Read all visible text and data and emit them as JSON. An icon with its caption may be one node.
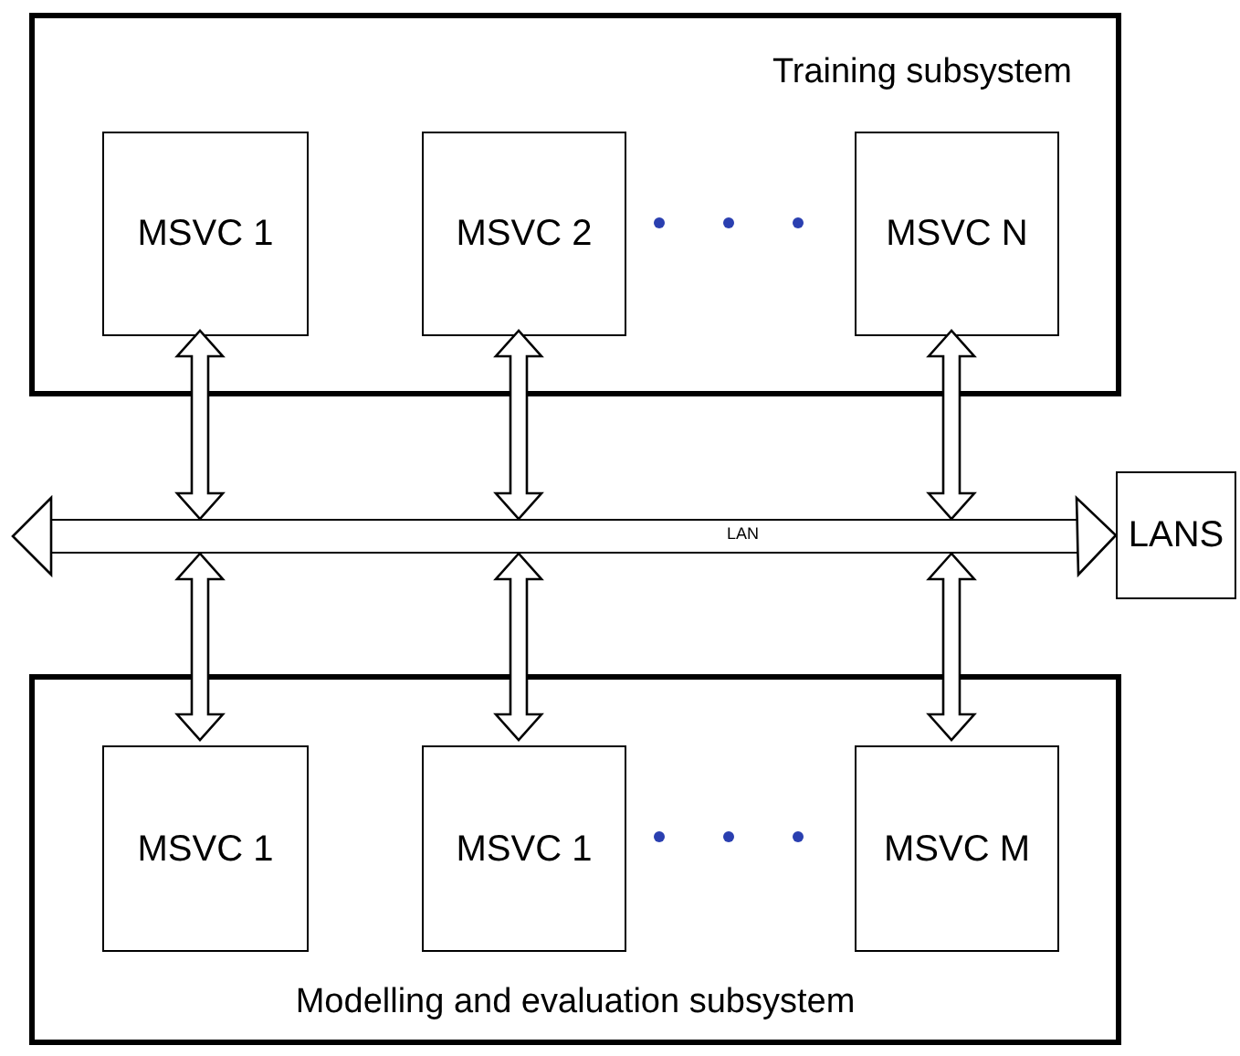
{
  "diagram": {
    "nodes": [
      {
        "text": [
          "Training subsystem"
        ]
      },
      {
        "text": [
          "MSVC 1"
        ],
        "in": 0
      },
      {
        "text": [
          "MSVC 2"
        ],
        "in": 0
      },
      {
        "text": [
          "MSVC N"
        ],
        "in": 0
      },
      {
        "text": [
          "LAN"
        ]
      },
      {
        "text": [
          "LANS"
        ]
      },
      {
        "text": [
          "Modelling and evaluation subsystem"
        ]
      },
      {
        "text": [
          "MSVC 1"
        ],
        "in": 6
      },
      {
        "text": [
          "MSVC 1"
        ],
        "in": 6
      },
      {
        "text": [
          "MSVC M"
        ],
        "in": 6
      }
    ],
    "edges": [
      {
        "from": 1,
        "to": 4,
        "arrow": "both"
      },
      {
        "from": 2,
        "to": 4,
        "arrow": "both"
      },
      {
        "from": 3,
        "to": 4,
        "arrow": "both"
      },
      {
        "from": 4,
        "to": null,
        "arrow": "to"
      },
      {
        "from": 4,
        "to": 5,
        "arrow": "to"
      },
      {
        "from": 4,
        "to": 7,
        "arrow": "both"
      },
      {
        "from": 4,
        "to": 8,
        "arrow": "both"
      },
      {
        "from": 4,
        "to": 9,
        "arrow": "both"
      }
    ]
  }
}
